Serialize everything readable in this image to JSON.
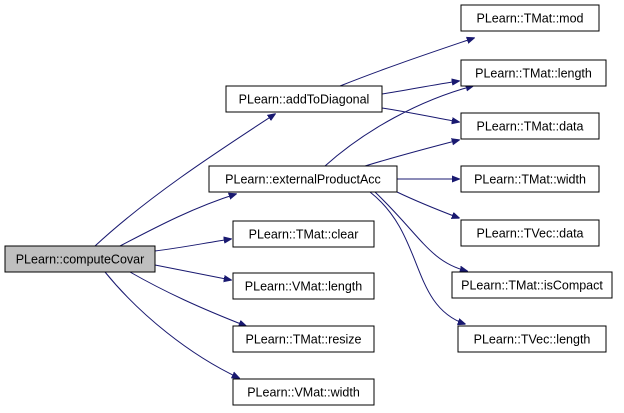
{
  "diagram": {
    "type": "call-graph",
    "edge_color": "#191970",
    "root_fill": "#bfbfbf",
    "node_fill": "#ffffff",
    "nodes": {
      "computeCovar": "PLearn::computeCovar",
      "addToDiagonal": "PLearn::addToDiagonal",
      "externalProductAcc": "PLearn::externalProductAcc",
      "tmatClear": "PLearn::TMat::clear",
      "vmatLength": "PLearn::VMat::length",
      "tmatResize": "PLearn::TMat::resize",
      "vmatWidth": "PLearn::VMat::width",
      "tmatMod": "PLearn::TMat::mod",
      "tmatLength": "PLearn::TMat::length",
      "tmatData": "PLearn::TMat::data",
      "tmatWidth": "PLearn::TMat::width",
      "tvecData": "PLearn::TVec::data",
      "tmatIsCompact": "PLearn::TMat::isCompact",
      "tvecLength": "PLearn::TVec::length"
    },
    "root": "computeCovar",
    "edges": [
      [
        "computeCovar",
        "addToDiagonal"
      ],
      [
        "computeCovar",
        "externalProductAcc"
      ],
      [
        "computeCovar",
        "tmatClear"
      ],
      [
        "computeCovar",
        "vmatLength"
      ],
      [
        "computeCovar",
        "tmatResize"
      ],
      [
        "computeCovar",
        "vmatWidth"
      ],
      [
        "addToDiagonal",
        "tmatMod"
      ],
      [
        "addToDiagonal",
        "tmatLength"
      ],
      [
        "addToDiagonal",
        "tmatData"
      ],
      [
        "externalProductAcc",
        "tmatLength"
      ],
      [
        "externalProductAcc",
        "tmatData"
      ],
      [
        "externalProductAcc",
        "tmatWidth"
      ],
      [
        "externalProductAcc",
        "tvecData"
      ],
      [
        "externalProductAcc",
        "tmatIsCompact"
      ],
      [
        "externalProductAcc",
        "tvecLength"
      ]
    ]
  }
}
